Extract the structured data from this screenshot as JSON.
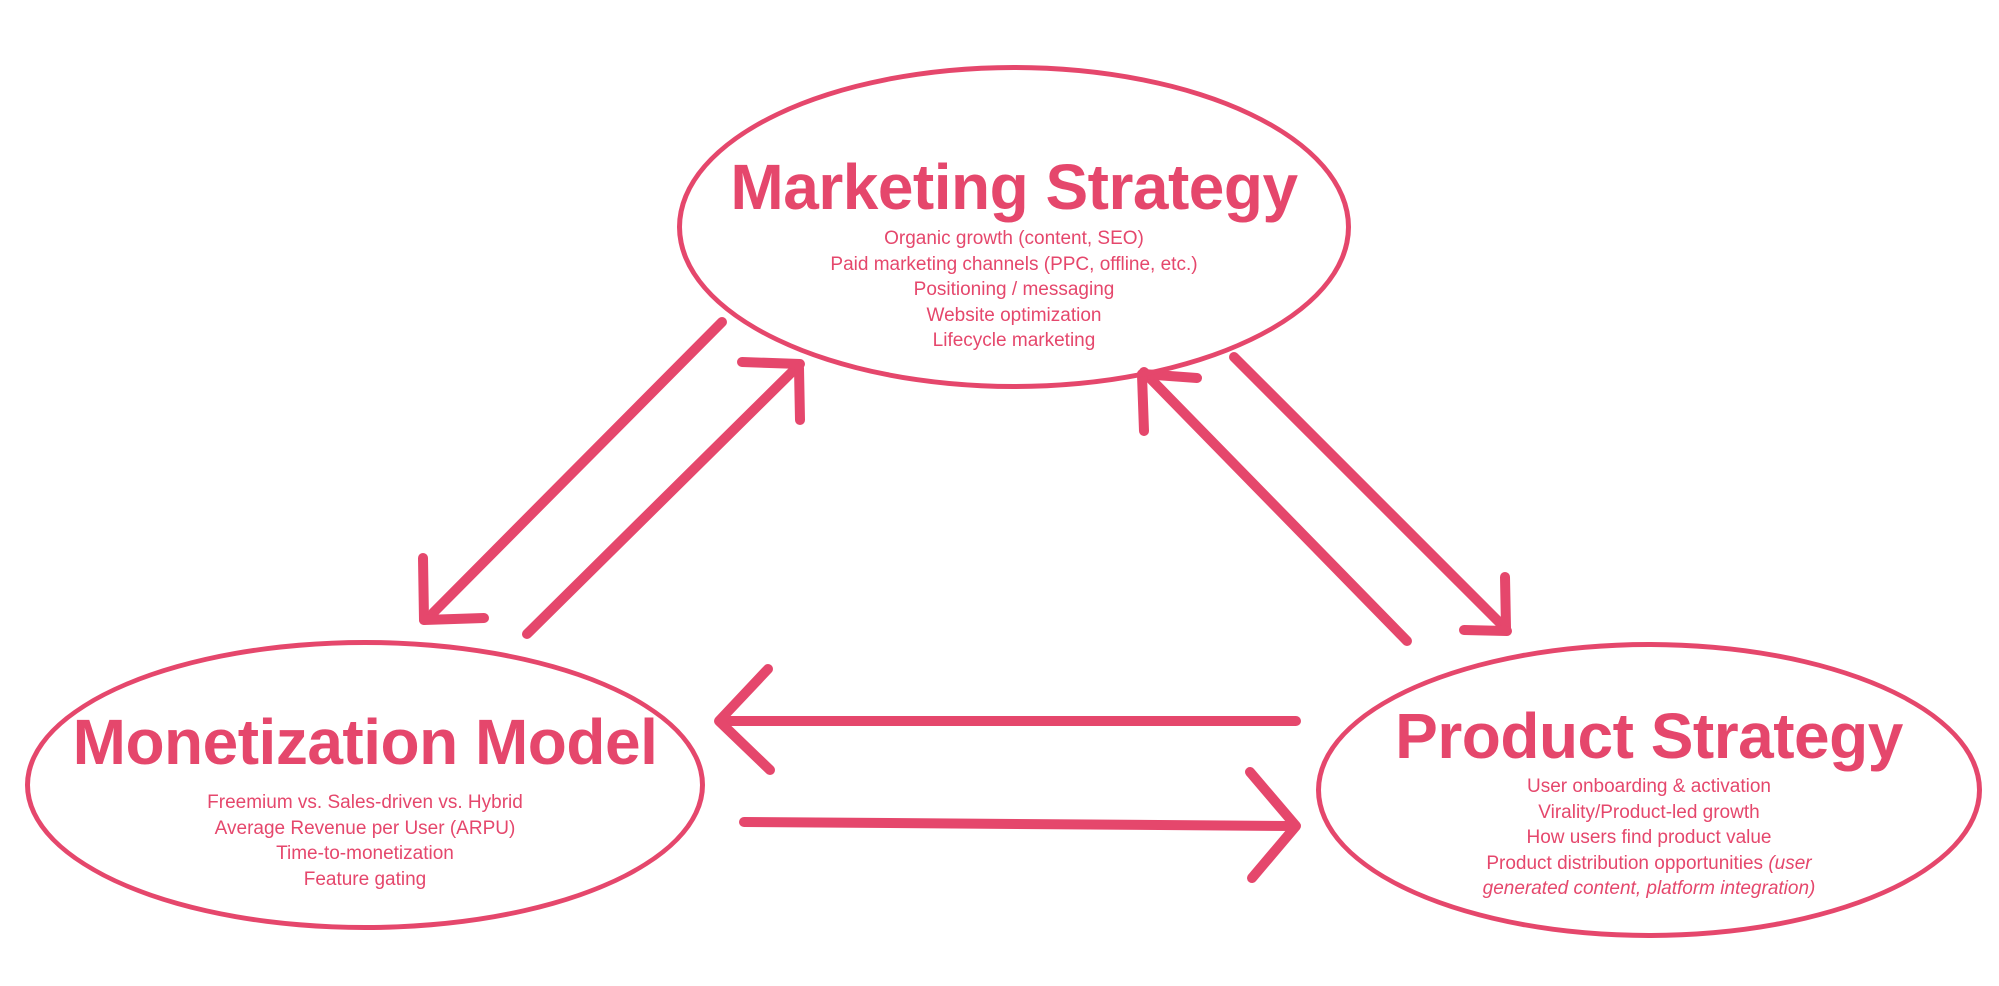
{
  "diagram": {
    "background_color": "#ffffff",
    "accent_color": "#e5476c",
    "nodes": [
      {
        "id": "marketing-strategy",
        "title": "Marketing Strategy",
        "details": [
          [
            {
              "t": "Organic growth (content, SEO)"
            }
          ],
          [
            {
              "t": "Paid marketing channels (PPC, offline, etc.)"
            }
          ],
          [
            {
              "t": "Positioning / messaging"
            }
          ],
          [
            {
              "t": "Website optimization"
            }
          ],
          [
            {
              "t": "Lifecycle marketing"
            }
          ]
        ]
      },
      {
        "id": "monetization-model",
        "title": "Monetization Model",
        "details": [
          [
            {
              "t": "Freemium vs. Sales-driven vs. Hybrid"
            }
          ],
          [
            {
              "t": "Average Revenue per User (ARPU)"
            }
          ],
          [
            {
              "t": "Time-to-monetization"
            }
          ],
          [
            {
              "t": "Feature gating"
            }
          ]
        ]
      },
      {
        "id": "product-strategy",
        "title": "Product Strategy",
        "details": [
          [
            {
              "t": "User onboarding & activation"
            }
          ],
          [
            {
              "t": "Virality/Product-led growth"
            }
          ],
          [
            {
              "t": "How users find product value"
            }
          ],
          [
            {
              "t": "Product distribution opportunities "
            },
            {
              "t": "(user",
              "italic": true
            }
          ],
          [
            {
              "t": "generated content, platform integration)",
              "italic": true
            }
          ]
        ]
      }
    ],
    "connections": [
      {
        "from": "marketing-strategy",
        "to": "monetization-model"
      },
      {
        "from": "monetization-model",
        "to": "marketing-strategy"
      },
      {
        "from": "marketing-strategy",
        "to": "product-strategy"
      },
      {
        "from": "product-strategy",
        "to": "marketing-strategy"
      },
      {
        "from": "product-strategy",
        "to": "monetization-model"
      },
      {
        "from": "monetization-model",
        "to": "product-strategy"
      }
    ]
  }
}
